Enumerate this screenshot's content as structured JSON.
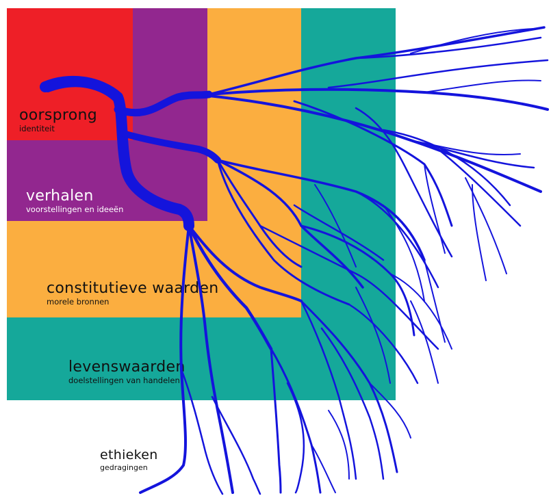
{
  "colors": {
    "red": "#EE1F27",
    "purple": "#92278F",
    "orange": "#FBAE40",
    "teal": "#15A89A",
    "roots": "#1414DC"
  },
  "layers": [
    {
      "title": "oorsprong",
      "subtitle": "identiteit"
    },
    {
      "title": "verhalen",
      "subtitle": "voorstellingen en ideeën"
    },
    {
      "title": "constitutieve waarden",
      "subtitle": "morele bronnen"
    },
    {
      "title": "levenswaarden",
      "subtitle": "doelstellingen van handelen"
    },
    {
      "title": "ethieken",
      "subtitle": "gedragingen"
    }
  ],
  "icons": {
    "roots": "branching-roots-icon"
  }
}
